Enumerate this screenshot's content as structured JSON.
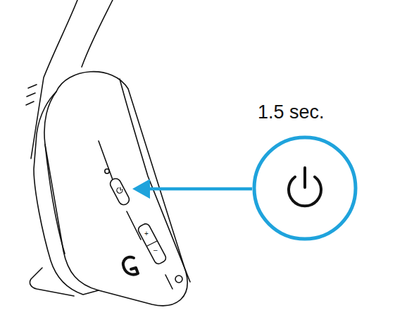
{
  "diagram": {
    "labels": [
      "1.5 sec.",
      "+",
      "–"
    ]
  }
}
